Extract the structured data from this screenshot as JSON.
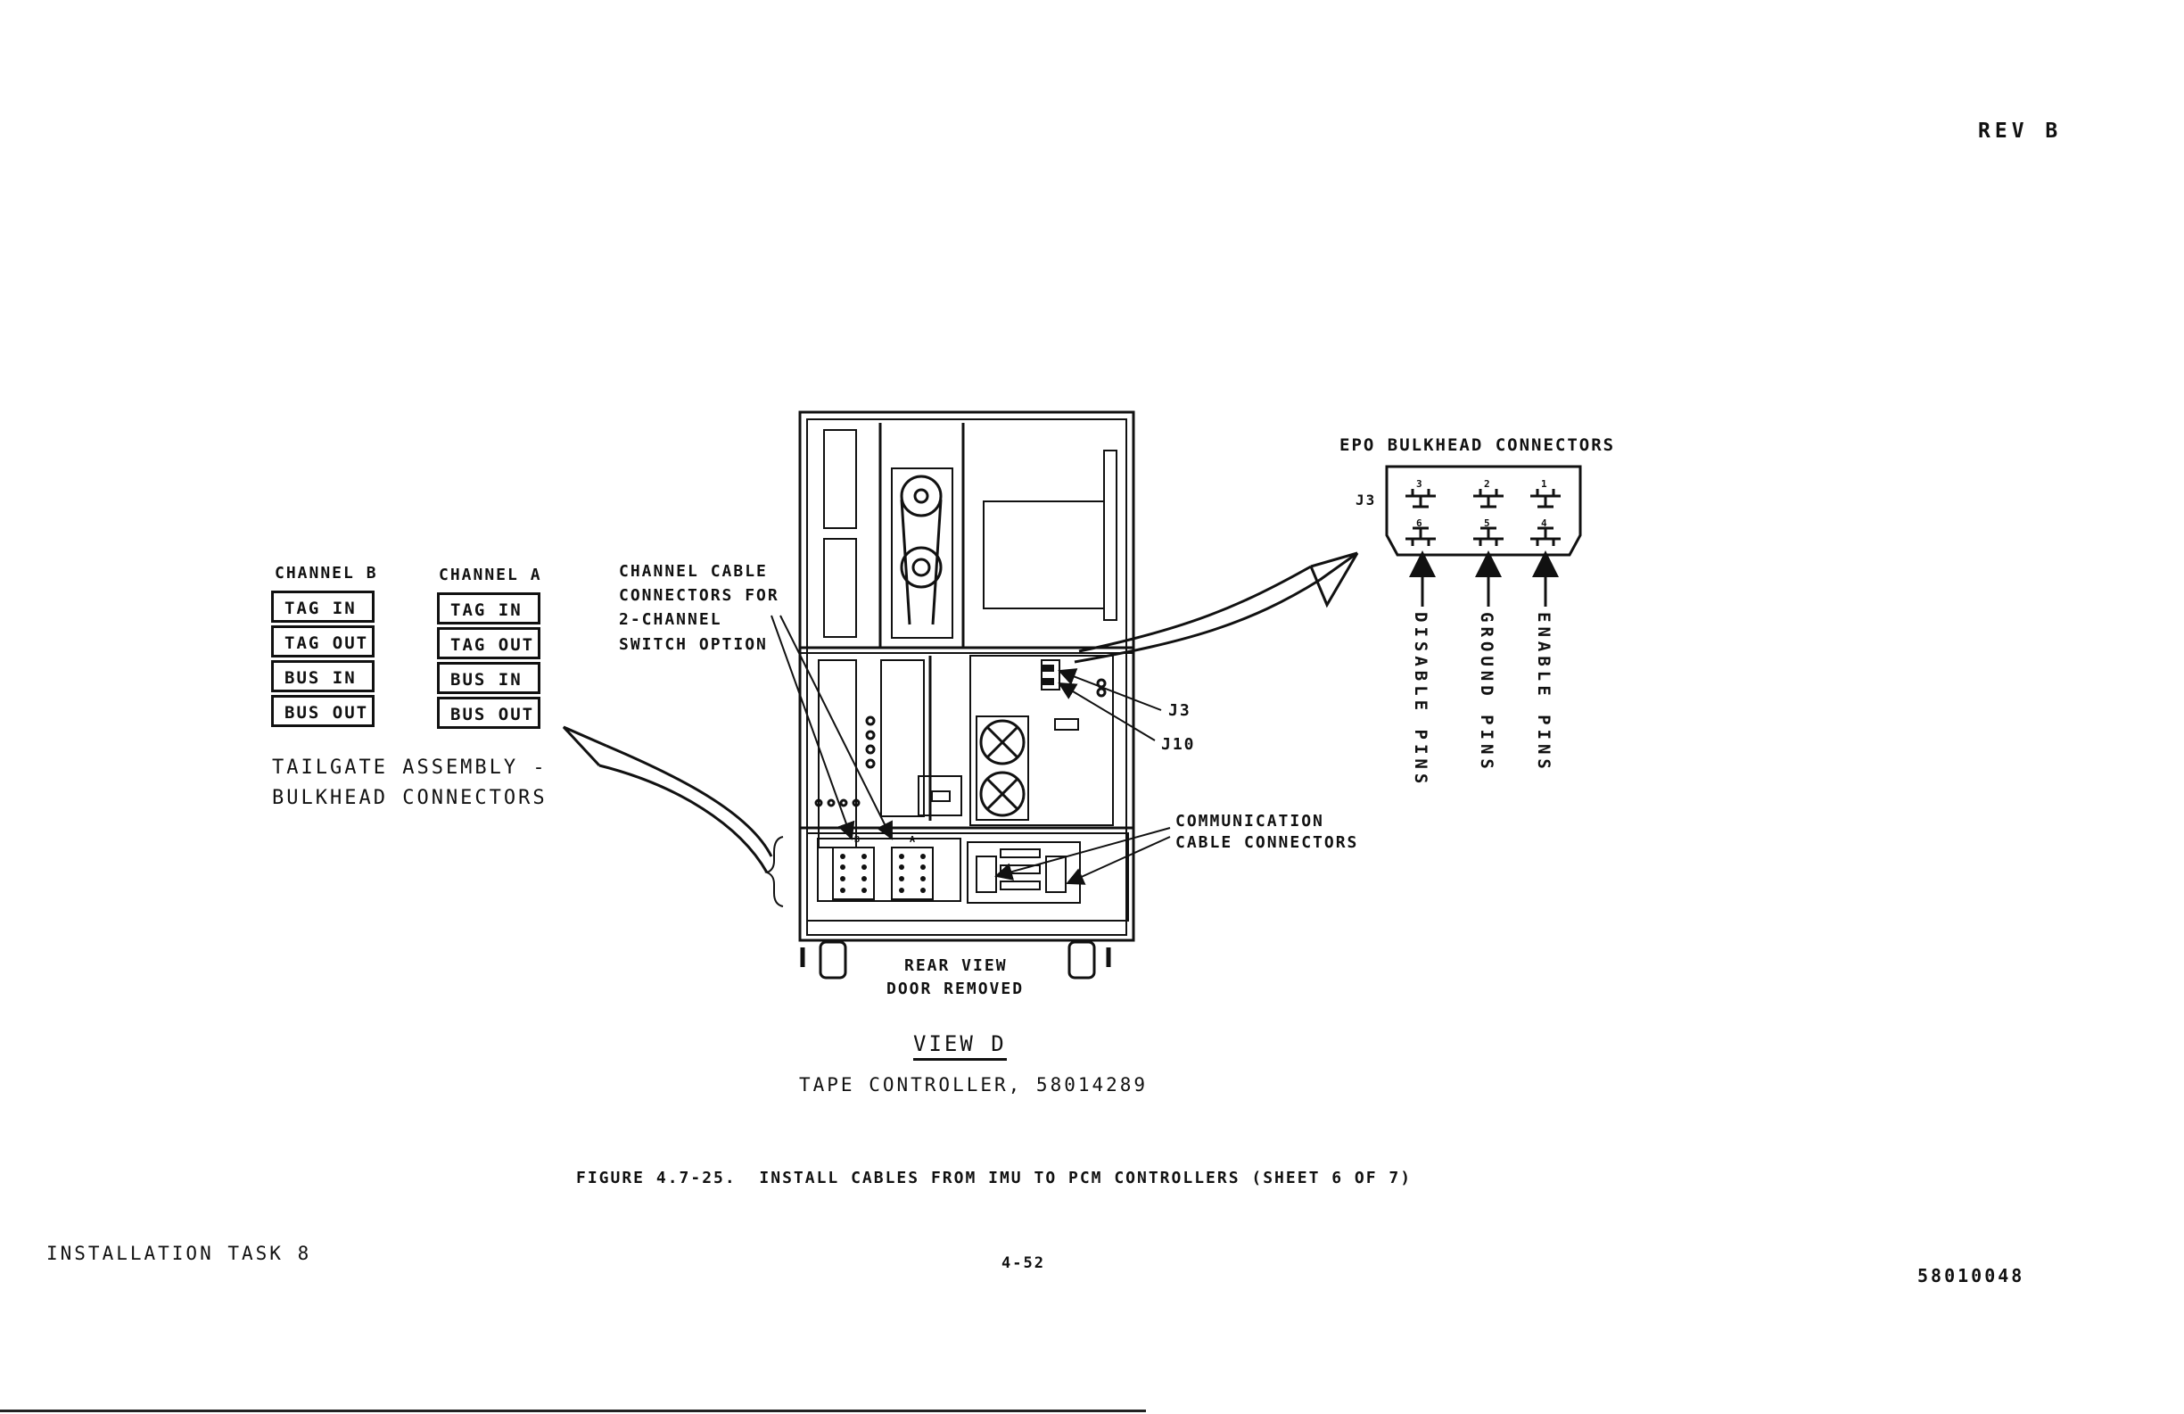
{
  "header": {
    "rev": "REV B"
  },
  "tailgate": {
    "channel_b_title": "CHANNEL B",
    "channel_a_title": "CHANNEL A",
    "channel_b": [
      "TAG IN",
      "TAG OUT",
      "BUS IN",
      "BUS OUT"
    ],
    "channel_a": [
      "TAG IN",
      "TAG OUT",
      "BUS IN",
      "BUS OUT"
    ],
    "caption_line1": "TAILGATE ASSEMBLY -",
    "caption_line2": "BULKHEAD CONNECTORS"
  },
  "channel_cable_label": [
    "CHANNEL CABLE",
    "CONNECTORS FOR",
    "2-CHANNEL",
    "SWITCH OPTION"
  ],
  "cabinet": {
    "j3_label": "J3",
    "j10_label": "J10",
    "b_mark": "B",
    "a_mark": "A",
    "comm_label_line1": "COMMUNICATION",
    "comm_label_line2": "CABLE CONNECTORS",
    "rear_view_line1": "REAR VIEW",
    "rear_view_line2": "DOOR REMOVED"
  },
  "epo": {
    "title": "EPO BULKHEAD CONNECTORS",
    "j3": "J3",
    "pin_numbers_top": [
      "3",
      "2",
      "1"
    ],
    "pin_numbers_bottom": [
      "6",
      "5",
      "4"
    ],
    "disable": "DISABLE PINS",
    "ground": "GROUND PINS",
    "enable": "ENABLE PINS"
  },
  "view": {
    "title": "VIEW D",
    "subtitle": "TAPE CONTROLLER, 58014289"
  },
  "figure_caption": "FIGURE 4.7-25.  INSTALL CABLES FROM IMU TO PCM CONTROLLERS (SHEET 6 OF 7)",
  "footer": {
    "left": "INSTALLATION TASK 8",
    "center": "4-52",
    "right": "58010048"
  }
}
